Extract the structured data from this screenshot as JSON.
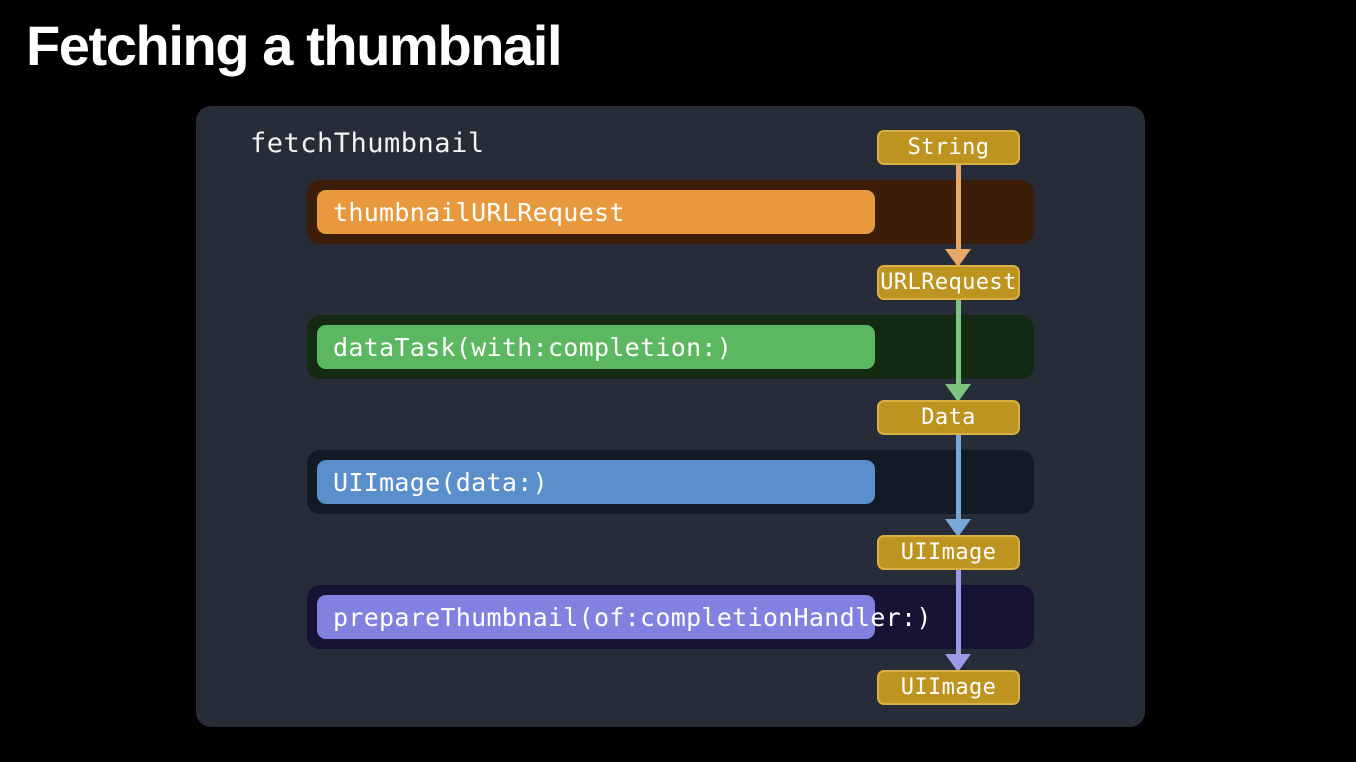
{
  "slide": {
    "title": "Fetching a thumbnail",
    "background_color": "#000000",
    "title_color": "#ffffff"
  },
  "panel": {
    "background_color": "#272d38",
    "function_label": "fetchThumbnail"
  },
  "calls": [
    {
      "label": "thumbnailURLRequest",
      "bar_color": "#e8993e",
      "track_color": "#3b1d09"
    },
    {
      "label": "dataTask(with:completion:)",
      "bar_color": "#5cb860",
      "track_color": "#142a12"
    },
    {
      "label": "UIImage(data:)",
      "bar_color": "#5b8fcc",
      "track_color": "#121a26"
    },
    {
      "label": "prepareThumbnail(of:completionHandler:)",
      "bar_color": "#8181e0",
      "track_color": "#171335"
    }
  ],
  "types": [
    {
      "label": "String",
      "fill": "#bd941f",
      "border": "#d8b043"
    },
    {
      "label": "URLRequest",
      "fill": "#bd941f",
      "border": "#d8b043"
    },
    {
      "label": "Data",
      "fill": "#bd941f",
      "border": "#d8b043"
    },
    {
      "label": "UIImage",
      "fill": "#bd941f",
      "border": "#d8b043"
    },
    {
      "label": "UIImage",
      "fill": "#bd941f",
      "border": "#d8b043"
    }
  ],
  "arrows": [
    {
      "from": "String",
      "to": "URLRequest",
      "color": "#e8a868"
    },
    {
      "from": "URLRequest",
      "to": "Data",
      "color": "#7cc47f"
    },
    {
      "from": "Data",
      "to": "UIImage",
      "color": "#77a8d8"
    },
    {
      "from": "UIImage",
      "to": "UIImage",
      "color": "#9a9ae6"
    }
  ]
}
